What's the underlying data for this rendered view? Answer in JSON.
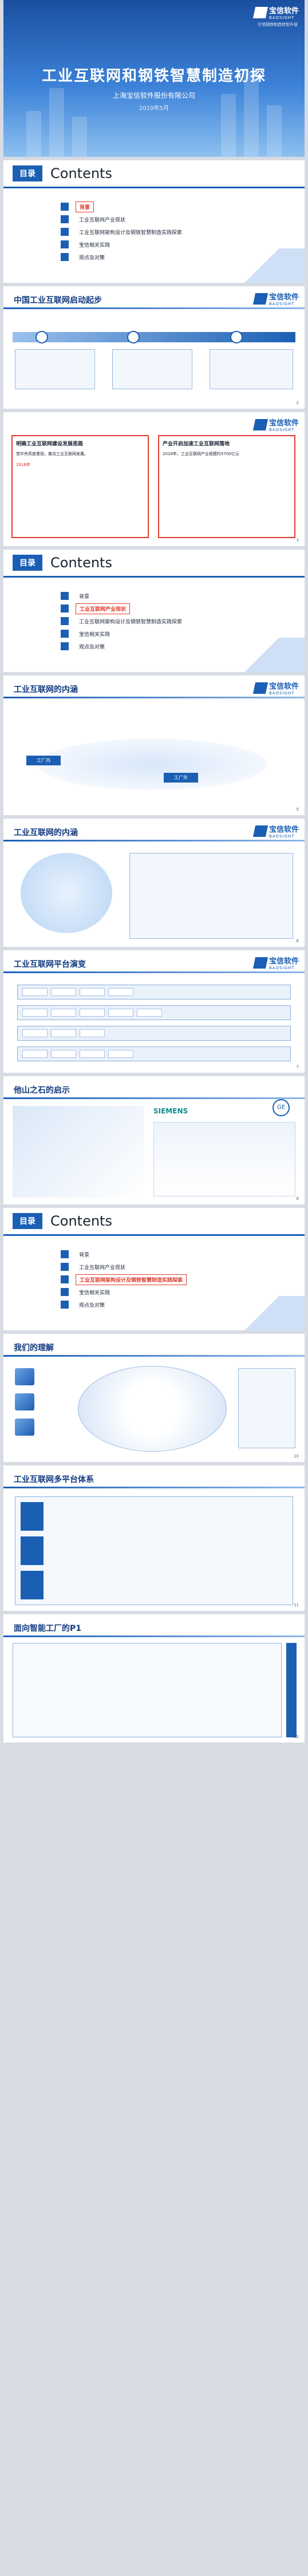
{
  "brand": {
    "name_cn": "宝信软件",
    "name_en": "BAOSIGHT",
    "tagline": "引领钢铁制造转型升级"
  },
  "cover": {
    "title": "工业互联网和钢铁智慧制造初探",
    "org": "上海宝信软件股份有限公司",
    "date": "2019年5月"
  },
  "toc": {
    "label": "目录",
    "label_en": "Contents",
    "items": [
      "背景",
      "工业互联网产业现状",
      "工业互联网架构设计及钢铁智慧制造实践探索",
      "宝信相关实践",
      "观点及对策"
    ]
  },
  "slides": {
    "s2": {
      "title": "中国工业互联网启动起步",
      "page": "2"
    },
    "s3": {
      "left_title": "明确工业互联网建设发展思路",
      "left_text": "党中央高度重视，推动工业互联网发展。",
      "left_year": "2018年",
      "right_title": "产业开启加速工业互联网落地",
      "right_text": "2018年，工业互联网产业规模约5700亿元",
      "page": "3"
    },
    "s5": {
      "title": "工业互联网的内涵",
      "page": "5",
      "labels": [
        "工厂内",
        "工厂外"
      ]
    },
    "s6": {
      "title": "工业互联网的内涵",
      "page": "6"
    },
    "s7": {
      "title": "工业互联网平台演变",
      "page": "7"
    },
    "s8": {
      "title": "他山之石的启示",
      "page": "8",
      "vendors": [
        "SIEMENS",
        "GE"
      ]
    },
    "s10": {
      "title": "我们的理解",
      "page": "10"
    },
    "s11": {
      "title": "工业互联网多平台体系",
      "page": "11"
    },
    "s12": {
      "title": "面向智能工厂的P1",
      "page": "12"
    }
  },
  "colors": {
    "primary": "#1b5fb4",
    "accent_red": "#e03b2d"
  },
  "icons": [
    "brand-logo-icon",
    "bullet-square-icon"
  ]
}
